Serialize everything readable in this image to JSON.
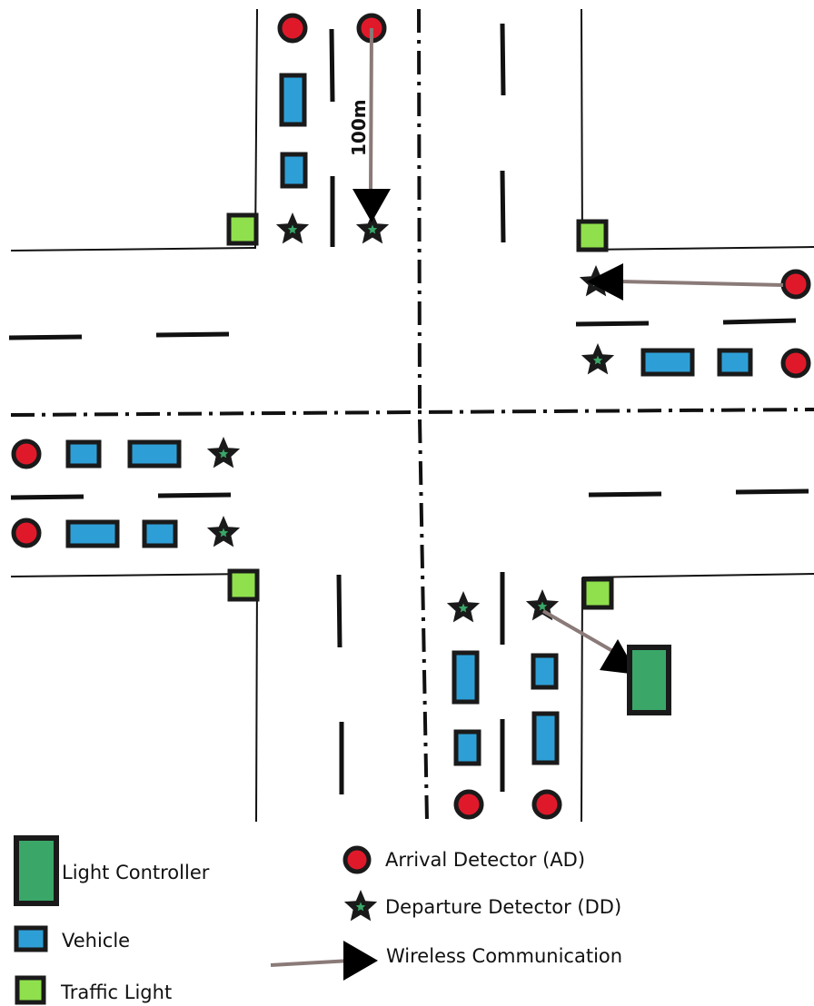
{
  "distance_label": "100m",
  "legend": {
    "light_controller": "Light Controller",
    "vehicle": "Vehicle",
    "traffic_light": "Traffic Light",
    "arrival_detector": "Arrival Detector (AD)",
    "departure_detector": "Departure Detector (DD)",
    "wireless": "Wireless Communication"
  },
  "colors": {
    "vehicle": "#2e9fd6",
    "traffic_light": "#8fe04c",
    "controller": "#3aa768",
    "arrival_detector": "#e0192a",
    "star_center": "#3aa768",
    "wireless_line": "#8a7a78",
    "outline": "#1a1a1a"
  }
}
